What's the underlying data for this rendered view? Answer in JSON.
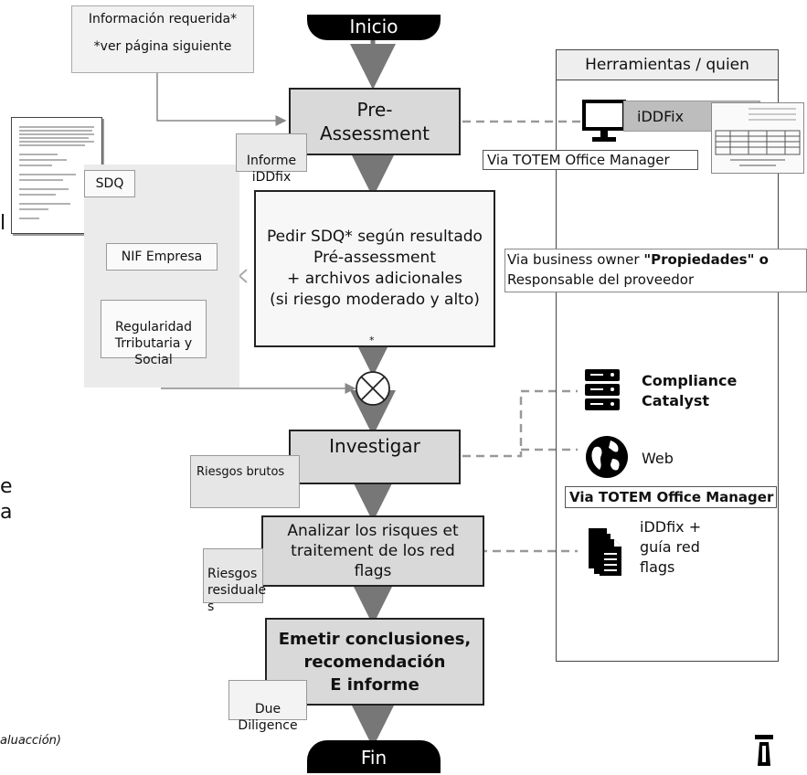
{
  "start_label": "Inicio",
  "end_label": "Fin",
  "info_doc": {
    "line1": "Información requerida*",
    "line2": "*ver página siguiente"
  },
  "steps": {
    "pre": "Pre-\nAssessment",
    "pedir": "Pedir SDQ* según resultado\nPré-assessment\n+ archivos adicionales\n(si riesgo moderado y alto)",
    "investigar": "Investigar",
    "analizar": "Analizar los risques et\ntraitement de los red\nflags",
    "emitir": "Emetir conclusiones,\nrecomendación\nE informe"
  },
  "docs": {
    "informe_iddfix": "Informe\niDDfix",
    "sdq": "SDQ",
    "nif": "NIF Empresa",
    "regularidad": "Regularidad\nTrributaria y\nSocial",
    "riesgos_brutos": "Riesgos brutos",
    "riesgos_residuales": "Riesgos\nresiduale\ns",
    "due_diligence": "Due\nDiligence"
  },
  "star_mark": "*",
  "tools": {
    "header": "Herramientas / quien",
    "iddfix_label": "iDDFix",
    "via_totem_1": "Via TOTEM Office Manager",
    "via_business_a": "Via business owner  ",
    "via_business_bold": "\"Propiedades\" o",
    "via_business_b": "Responsable del proveedor",
    "compliance": "Compliance\nCatalyst",
    "web": "Web",
    "via_totem_2": "Via TOTEM Office Manager",
    "iddfix_guia": "iDDfix +\nguía red\nflags"
  },
  "left_fragments": {
    "t1": "l",
    "t2": "e",
    "t3": "a",
    "footnote": "aluacción)"
  },
  "icons": [
    "computer-monitor-icon",
    "server-icon",
    "globe-icon",
    "documents-icon",
    "brand-logo-icon",
    "summing-junction-icon"
  ]
}
